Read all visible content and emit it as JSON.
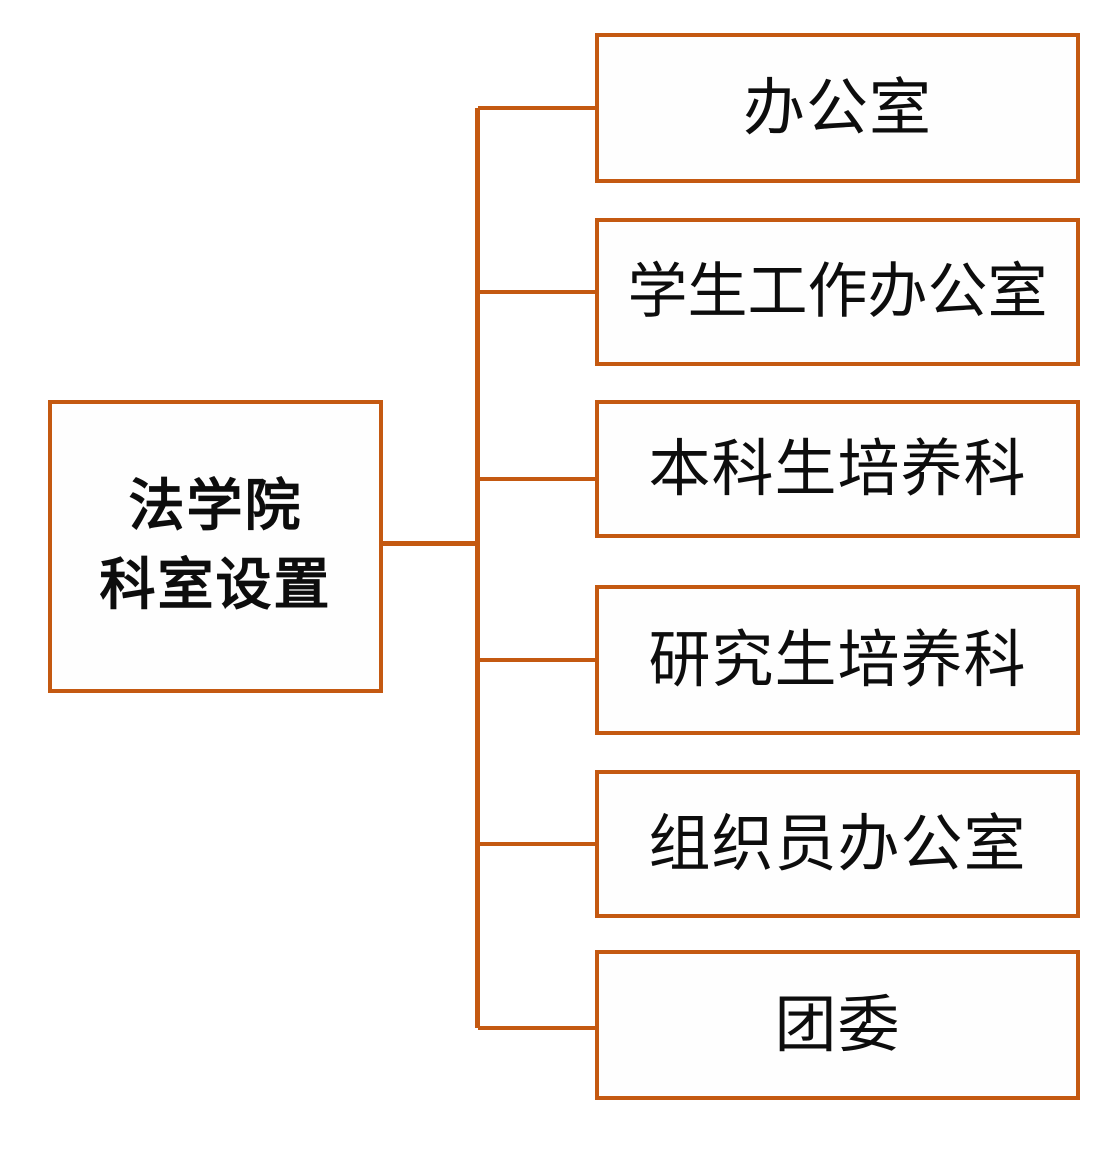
{
  "diagram": {
    "type": "organization-chart",
    "orientation": "left-root-horizontal-tree",
    "accent_color": "#c45911",
    "text_color": "#0d0d0d",
    "background_color": "#ffffff",
    "root": {
      "lines": [
        "法学院",
        "科室设置"
      ],
      "line1": "法学院",
      "line2": "科室设置",
      "bold": true
    },
    "children": [
      {
        "label": "办公室"
      },
      {
        "label": "学生工作办公室"
      },
      {
        "label": "本科生培养科"
      },
      {
        "label": "研究生培养科"
      },
      {
        "label": "组织员办公室"
      },
      {
        "label": "团委"
      }
    ]
  }
}
